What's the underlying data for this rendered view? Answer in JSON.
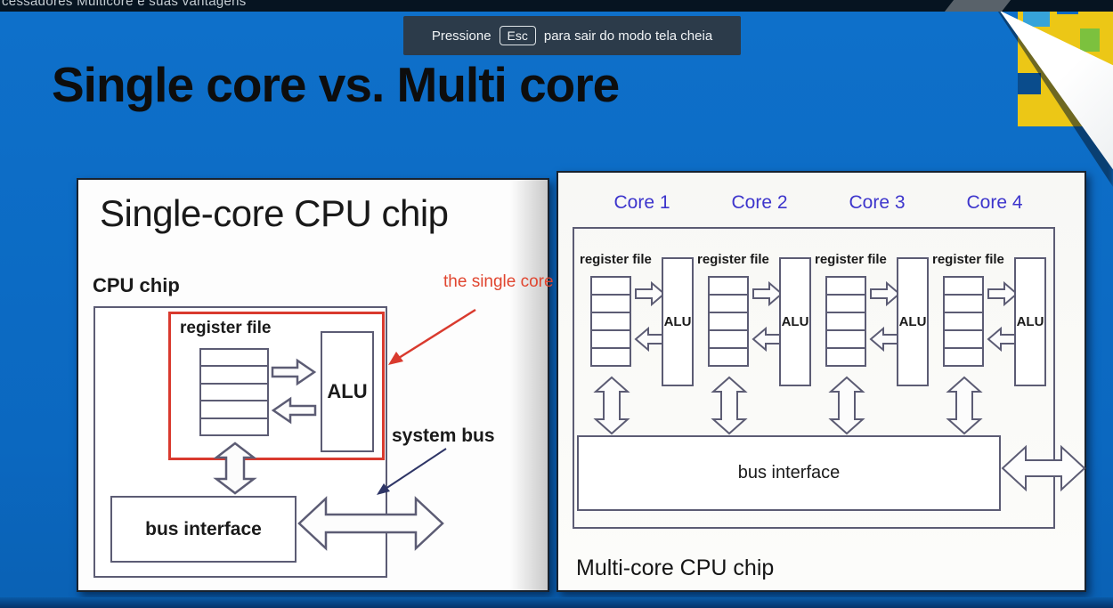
{
  "window": {
    "title_cropped": "cessadores Multicore e suas vantagens"
  },
  "fullscreen_toast": {
    "text_before_key": "Pressione",
    "key": "Esc",
    "text_after_key": "para sair do modo tela cheia"
  },
  "slide": {
    "title": "Single core vs. Multi core",
    "single_core_panel": {
      "heading": "Single-core CPU chip",
      "chip_label": "CPU chip",
      "register_file_label": "register file",
      "alu_label": "ALU",
      "bus_interface_label": "bus interface",
      "system_bus_label": "system bus",
      "annotation_label": "the single core"
    },
    "multi_core_panel": {
      "core_labels": [
        "Core 1",
        "Core 2",
        "Core 3",
        "Core 4"
      ],
      "register_file_label": "register file",
      "alu_label": "ALU",
      "bus_interface_label": "bus interface",
      "chip_label": "Multi-core CPU chip"
    }
  },
  "colors": {
    "slide_background": "#0c69c2",
    "top_bar": "#061421",
    "toast_background": "#2c3b4a",
    "title_text": "#0d0d0d",
    "annotation_red": "#d93a2e",
    "core_label_blue": "#3d35cc",
    "diagram_line": "#5c5c74"
  }
}
